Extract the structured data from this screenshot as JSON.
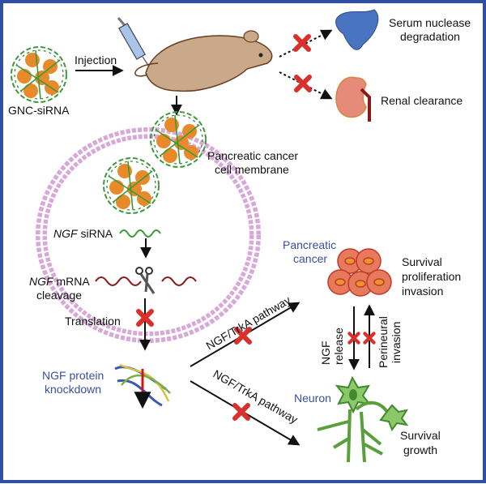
{
  "labels": {
    "gnc": "GNC-siRNA",
    "injection": "Injection",
    "serum_line1": "Serum nuclease",
    "serum_line2": "degradation",
    "renal": "Renal clearance",
    "membrane_line1": "Pancreatic cancer",
    "membrane_line2": "cell membrane",
    "ngf_italic_1": "NGF",
    "sirna": " siRNA",
    "ngf_italic_2": "NGF",
    "mrna": " mRNA",
    "cleavage": "cleavage",
    "translation": "Translation",
    "protein_line1": "NGF protein",
    "protein_line2": "knockdown",
    "pathway_upper": "NGF/TrkA pathway",
    "pathway_lower": "NGF/TrkA pathway",
    "cancer_line1": "Pancreatic",
    "cancer_line2": "cancer",
    "cancer_out_1": "Survival",
    "cancer_out_2": "proliferation",
    "cancer_out_3": "invasion",
    "ngf_release_1": "NGF",
    "ngf_release_2": "release",
    "perineural_1": "Perineural",
    "perineural_2": "invasion",
    "neuron": "Neuron",
    "neuron_out_1": "Survival",
    "neuron_out_2": "growth"
  },
  "colors": {
    "frame": "#2f4fa0",
    "blocked_x": "#d9302c",
    "membrane": "#d8a8d8",
    "nanoparticle_core": "#e88a2a",
    "nanoparticle_dna": "#3a9a3a",
    "neuron": "#6ab04c",
    "cancer_cell": "#e77a5a",
    "label_blue": "#3a4fa0"
  }
}
